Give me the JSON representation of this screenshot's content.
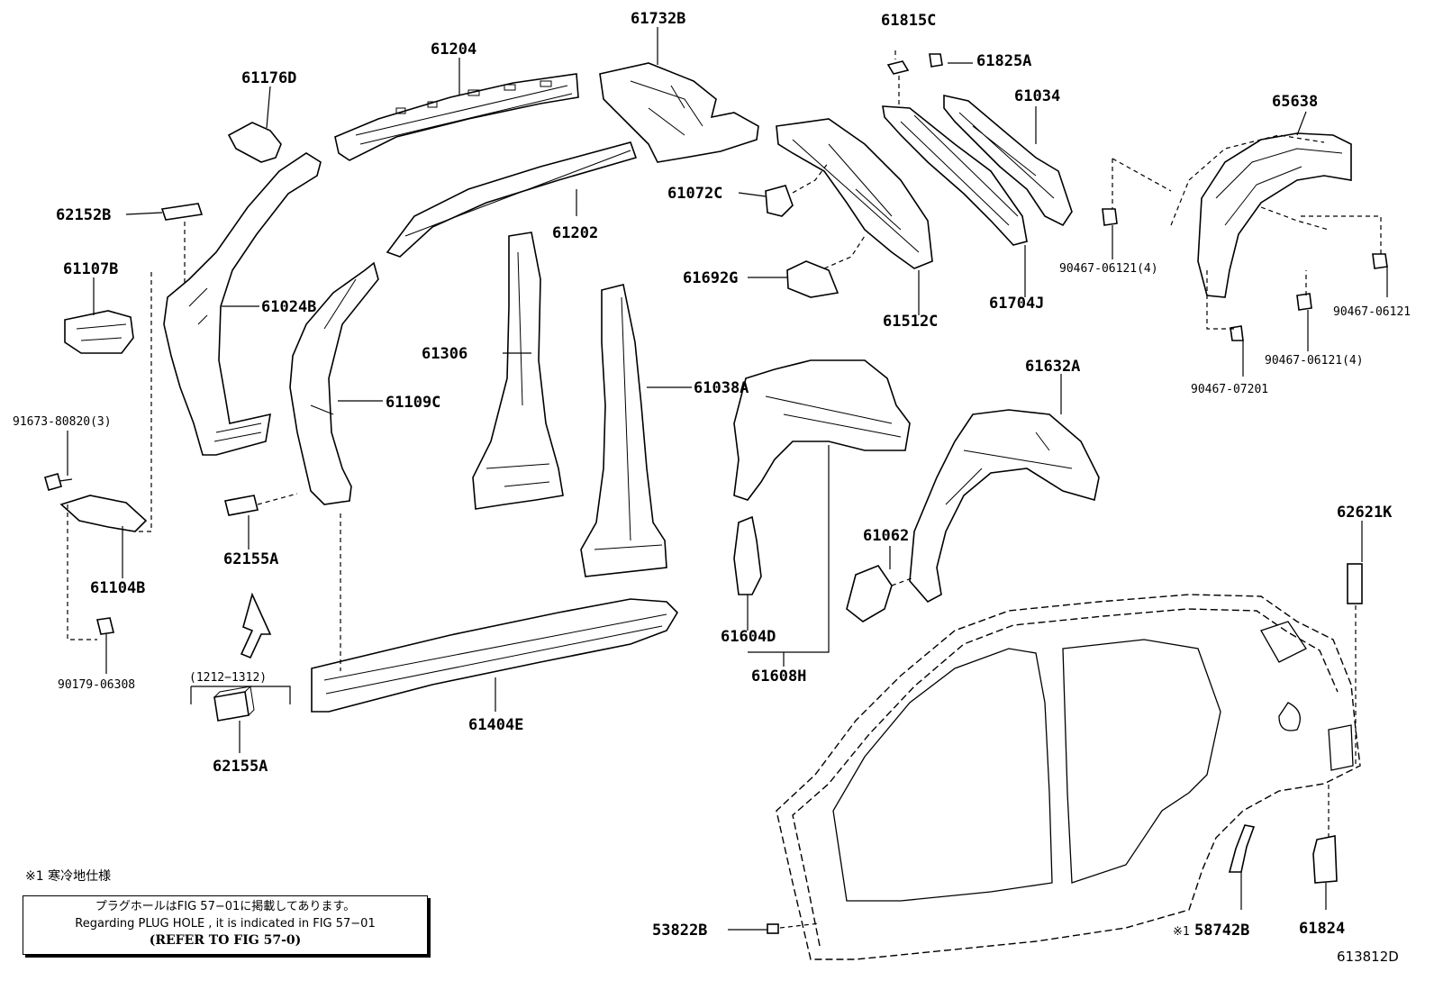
{
  "parts": {
    "p61204": "61204",
    "p61732B": "61732B",
    "p61815C": "61815C",
    "p61825A": "61825A",
    "p61034": "61034",
    "p65638": "65638",
    "p61176D": "61176D",
    "p62152B": "62152B",
    "p61107B": "61107B",
    "p61024B": "61024B",
    "p61202": "61202",
    "p61072C": "61072C",
    "p61692G": "61692G",
    "p61512C": "61512C",
    "p61704J": "61704J",
    "p90467_06121_4a": "90467-06121(4)",
    "p90467_06121": "90467-06121",
    "p90467_06121_4b": "90467-06121(4)",
    "p90467_07201": "90467-07201",
    "p61306": "61306",
    "p61109C": "61109C",
    "p61038A": "61038A",
    "p61632A": "61632A",
    "p91673_80820_3": "91673-80820(3)",
    "p61104B": "61104B",
    "p62155A_1": "62155A",
    "p61062": "61062",
    "p61604D": "61604D",
    "p61608H": "61608H",
    "p62621K": "62621K",
    "p90179_06308": "90179-06308",
    "p61404E": "61404E",
    "p62155A_2": "62155A",
    "p53822B": "53822B",
    "p58742B": "58742B",
    "p61824": "61824"
  },
  "date_range": "(1212−1312)",
  "note_mark_58742B": "※1",
  "cold_note": "※1 寒冷地仕様",
  "note_box": {
    "line1": "プラグホールはFIG 57−01に掲載してあります。",
    "line2": "Regarding PLUG HOLE , it is indicated in FIG 57−01",
    "line3": "(REFER TO FIG 57-0)"
  },
  "diagram_id": "613812D"
}
